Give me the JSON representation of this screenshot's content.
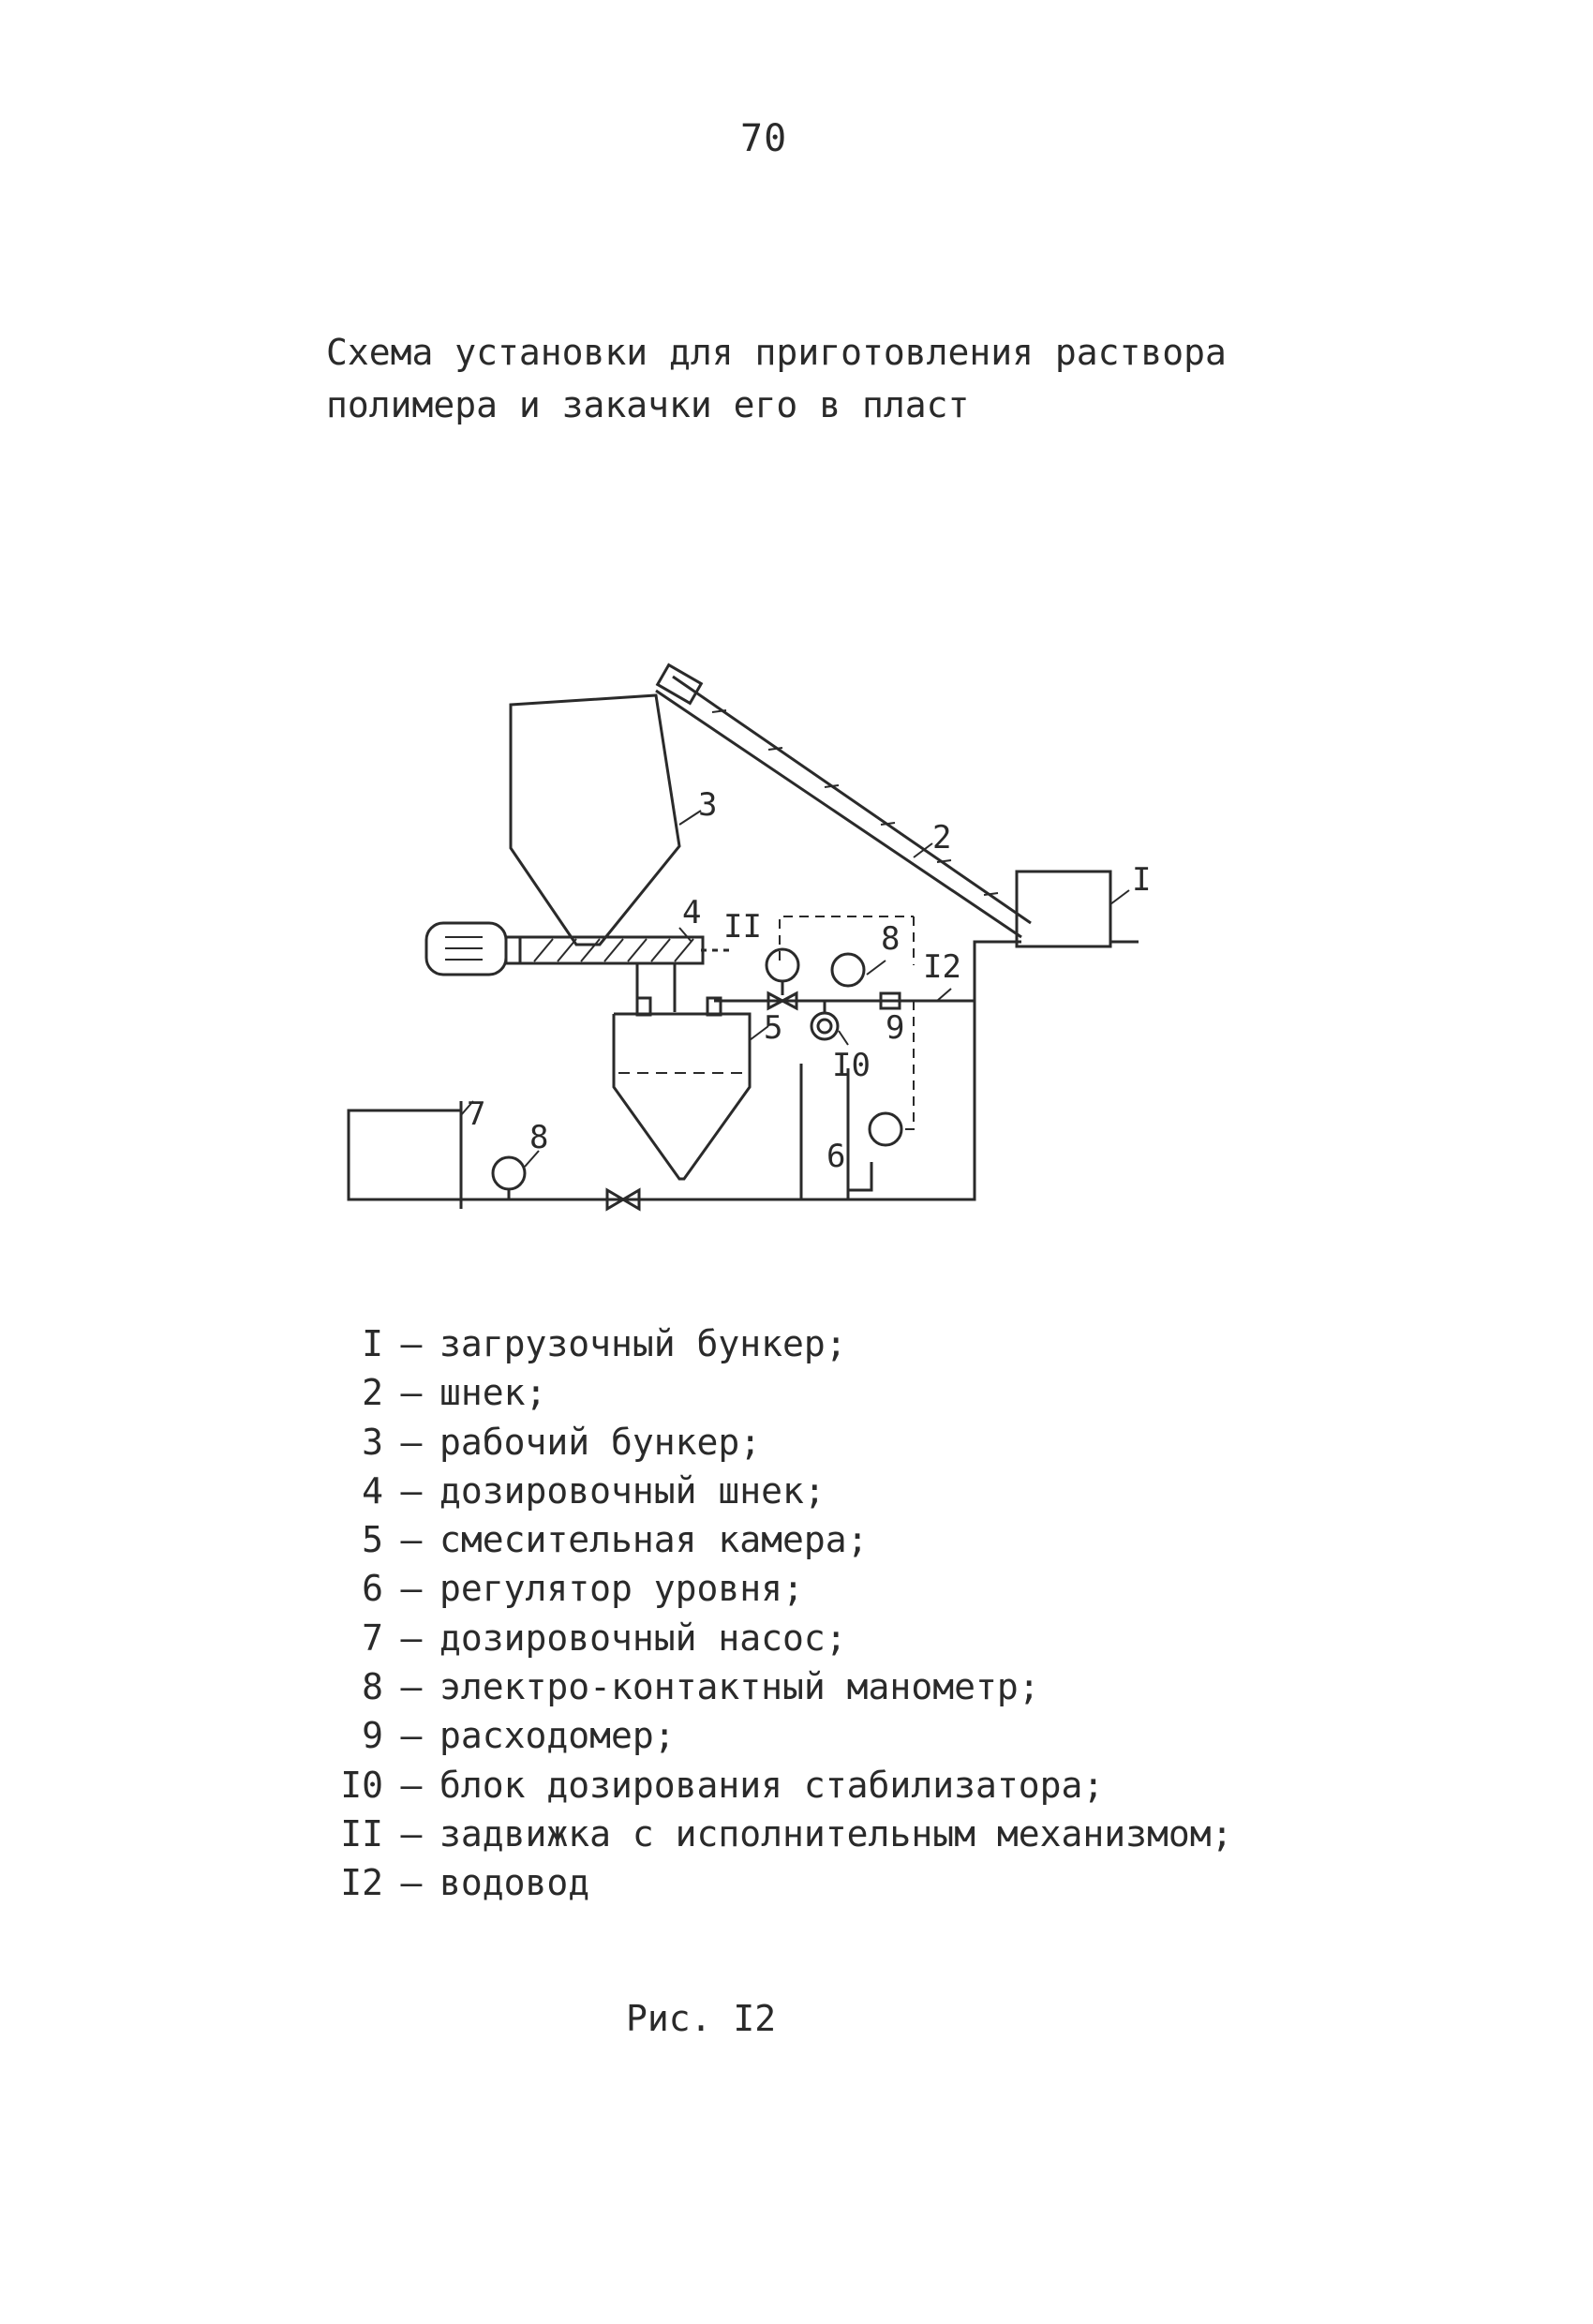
{
  "page": {
    "number": "70"
  },
  "title": {
    "line1": "Схема установки для приготовления раствора",
    "line2": "полимера и закачки его в пласт"
  },
  "diagram": {
    "labels": {
      "l1": "I",
      "l2": "2",
      "l3": "3",
      "l4": "4",
      "l5": "5",
      "l6": "6",
      "l7": "7",
      "l8a": "8",
      "l8b": "8",
      "l9": "9",
      "l10": "I0",
      "l11": "II",
      "l12": "I2"
    }
  },
  "legend": {
    "items": [
      {
        "num": "I",
        "text": "загрузочный бункер;"
      },
      {
        "num": "2",
        "text": "шнек;"
      },
      {
        "num": "3",
        "text": "рабочий бункер;"
      },
      {
        "num": "4",
        "text": "дозировочный шнек;"
      },
      {
        "num": "5",
        "text": "смесительная камера;"
      },
      {
        "num": "6",
        "text": "регулятор уровня;"
      },
      {
        "num": "7",
        "text": "дозировочный насос;"
      },
      {
        "num": "8",
        "text": "электро-контактный манометр;"
      },
      {
        "num": "9",
        "text": "расходомер;"
      },
      {
        "num": "I0",
        "text": "блок дозирования стабилизатора;"
      },
      {
        "num": "II",
        "text": "задвижка с исполнительным механизмом;"
      },
      {
        "num": "I2",
        "text": "водовод"
      }
    ],
    "separator": "–"
  },
  "caption": "Рис. I2"
}
